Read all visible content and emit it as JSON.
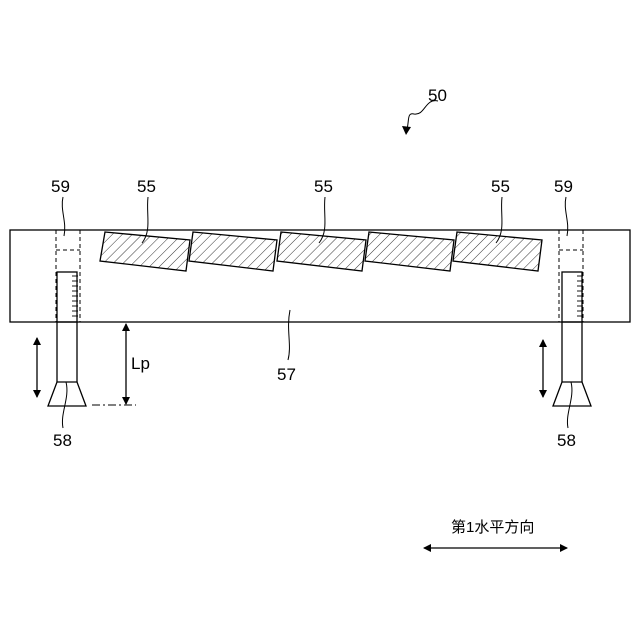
{
  "labels": {
    "assembly": "50",
    "member_left": "59",
    "member_right": "59",
    "plate_1": "55",
    "plate_2": "55",
    "plate_3": "55",
    "base": "57",
    "pin_left": "58",
    "pin_right": "58",
    "stroke": "Lp",
    "direction": "第1水平方向"
  },
  "colors": {
    "line": "#000000",
    "background": "#ffffff"
  }
}
